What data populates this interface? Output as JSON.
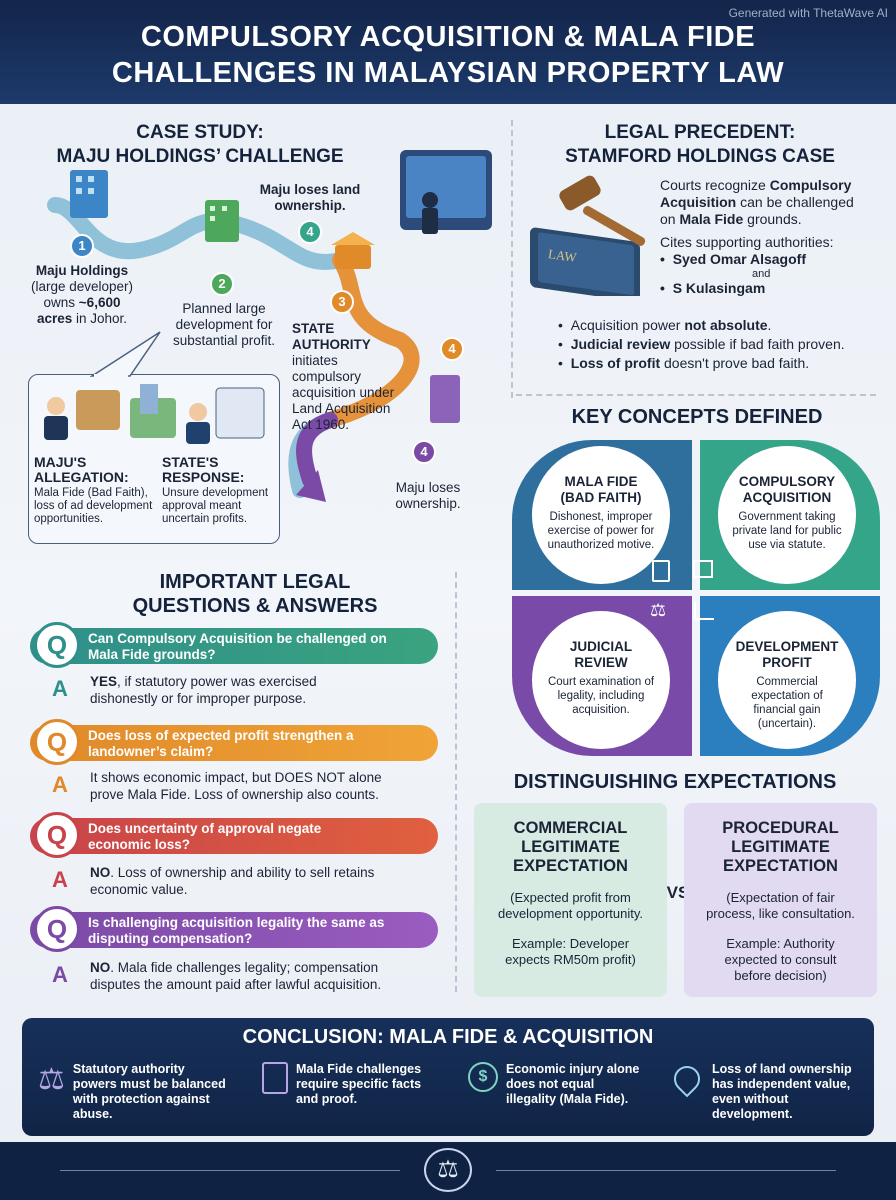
{
  "header": {
    "title_line1": "COMPULSORY ACQUISITION & MALA FIDE",
    "title_line2": "CHALLENGES IN MALAYSIAN PROPERTY LAW",
    "watermark": "Generated with ThetaWave AI"
  },
  "case_study": {
    "title_line1": "CASE STUDY:",
    "title_line2": "MAJU HOLDINGS’ CHALLENGE",
    "step_numbers": [
      "1",
      "2",
      "3",
      "4",
      "4",
      "4"
    ],
    "step1_line1": "Maju Holdings",
    "step1_line2": "(large developer)",
    "step1_line3_pre": "owns ",
    "step1_line3_bold": "~6,600",
    "step1_line4_bold": "acres",
    "step1_line4_post": " in Johor.",
    "step2_line1": "Planned large",
    "step2_line2": "development for",
    "step2_line3": "substantial profit.",
    "step3_bold1": "STATE",
    "step3_bold2": "AUTHORITY",
    "step3_line3": "initiates",
    "step3_line4": "compulsory",
    "step3_line5": "acquisition under",
    "step3_line6": "Land Acquisition",
    "step3_line7": "Act 1960.",
    "step4a_line1": "Maju loses land",
    "step4a_line2": "ownership.",
    "step4b_line1": "Maju loses",
    "step4b_line2": "ownership.",
    "allegation_title1": "MAJU'S",
    "allegation_title2": "ALLEGATION:",
    "allegation_text1": "Mala Fide (Bad Faith),",
    "allegation_text2": "loss of ad development",
    "allegation_text3": "opportunities.",
    "response_title1": "STATE'S",
    "response_title2": "RESPONSE:",
    "response_text1": "Unsure development",
    "response_text2": "approval meant",
    "response_text3": "uncertain profits."
  },
  "precedent": {
    "title_line1": "LEGAL PRECEDENT:",
    "title_line2": "STAMFORD HOLDINGS CASE",
    "book_label": "LAW",
    "p1_a": "Courts recognize ",
    "p1_b": "Compulsory",
    "p1_c": "Acquisition",
    "p1_d": " can be challenged",
    "p1_e": "on ",
    "p1_f": "Mala Fide",
    "p1_g": " grounds.",
    "cites": "Cites supporting authorities:",
    "auth1": "Syed Omar Alsagoff",
    "and": "and",
    "auth2": "S Kulasingam",
    "b1_a": "Acquisition power ",
    "b1_b": "not absolute",
    "b2_a": "Judicial review",
    "b2_b": " possible if bad faith proven.",
    "b3_a": "Loss of profit",
    "b3_b": " doesn't prove bad faith."
  },
  "concepts": {
    "title": "KEY CONCEPTS DEFINED",
    "items": [
      {
        "t1": "MALA FIDE",
        "t2": "(BAD FAITH)",
        "d": "Dishonest, improper exercise of power for unauthorized motive.",
        "color": "#2f6f9d"
      },
      {
        "t1": "COMPULSORY",
        "t2": "ACQUISITION",
        "d": "Government taking private land for public use via statute.",
        "color": "#35a58a"
      },
      {
        "t1": "JUDICIAL",
        "t2": "REVIEW",
        "d": "Court examination of legality, including acquisition.",
        "color": "#7a4aa8"
      },
      {
        "t1": "DEVELOPMENT",
        "t2": "PROFIT",
        "d": "Commercial expectation of financial gain (uncertain).",
        "color": "#2c7fbf"
      }
    ]
  },
  "qa": {
    "title_line1": "IMPORTANT LEGAL",
    "title_line2": "QUESTIONS & ANSWERS",
    "q_letter": "Q",
    "a_letter": "A",
    "items": [
      {
        "q1": "Can Compulsory Acquisition be challenged on",
        "q2": "Mala Fide grounds?",
        "a_bold": "YES",
        "a_rest": ", if statutory power was exercised",
        "a2": "dishonestly or for improper purpose.",
        "color": "#2f8f8a"
      },
      {
        "q1": "Does loss of expected profit strengthen a",
        "q2": "landowner’s claim?",
        "a_bold": "",
        "a_rest": "It shows economic impact, but DOES NOT alone",
        "a2": "prove Mala Fide. Loss of ownership also counts.",
        "color": "#e0892a"
      },
      {
        "q1": "Does uncertainty of approval negate",
        "q2": "economic loss?",
        "a_bold": "NO",
        "a_rest": ". Loss of ownership and ability to sell retains",
        "a2": "economic value.",
        "color": "#c8434a"
      },
      {
        "q1": "Is challenging acquisition legality the same as",
        "q2": "disputing compensation?",
        "a_bold": "NO",
        "a_rest": ". Mala fide challenges legality; compensation",
        "a2": "disputes the amount paid after lawful acquisition.",
        "color": "#7b4aa6"
      }
    ]
  },
  "expectations": {
    "title": "DISTINGUISHING EXPECTATIONS",
    "vs": "VS",
    "left_t1": "COMMERCIAL",
    "left_t2": "LEGITIMATE",
    "left_t3": "EXPECTATION",
    "left_d1": "(Expected profit from",
    "left_d2": "development opportunity.",
    "left_e1": "Example: Developer",
    "left_e2": "expects RM50m profit)",
    "right_t1": "PROCEDURAL",
    "right_t2": "LEGITIMATE",
    "right_t3": "EXPECTATION",
    "right_d1": "(Expectation of fair",
    "right_d2": "process, like consultation.",
    "right_e1": "Example: Authority",
    "right_e2": "expected to consult",
    "right_e3": "before decision)"
  },
  "conclusion": {
    "title": "CONCLUSION: MALA FIDE & ACQUISITION",
    "items": [
      {
        "l1": "Statutory authority",
        "l2": "powers must be balanced",
        "l3": "with protection against",
        "l4": "abuse."
      },
      {
        "l1": "Mala Fide challenges",
        "l2": "require specific facts",
        "l3": "and proof.",
        "l4": ""
      },
      {
        "l1": "Economic injury alone",
        "l2": "does not equal",
        "l3": "illegality (Mala Fide).",
        "l4": ""
      },
      {
        "l1": "Loss of land ownership",
        "l2": "has independent value,",
        "l3": "even without",
        "l4": "development."
      }
    ]
  }
}
